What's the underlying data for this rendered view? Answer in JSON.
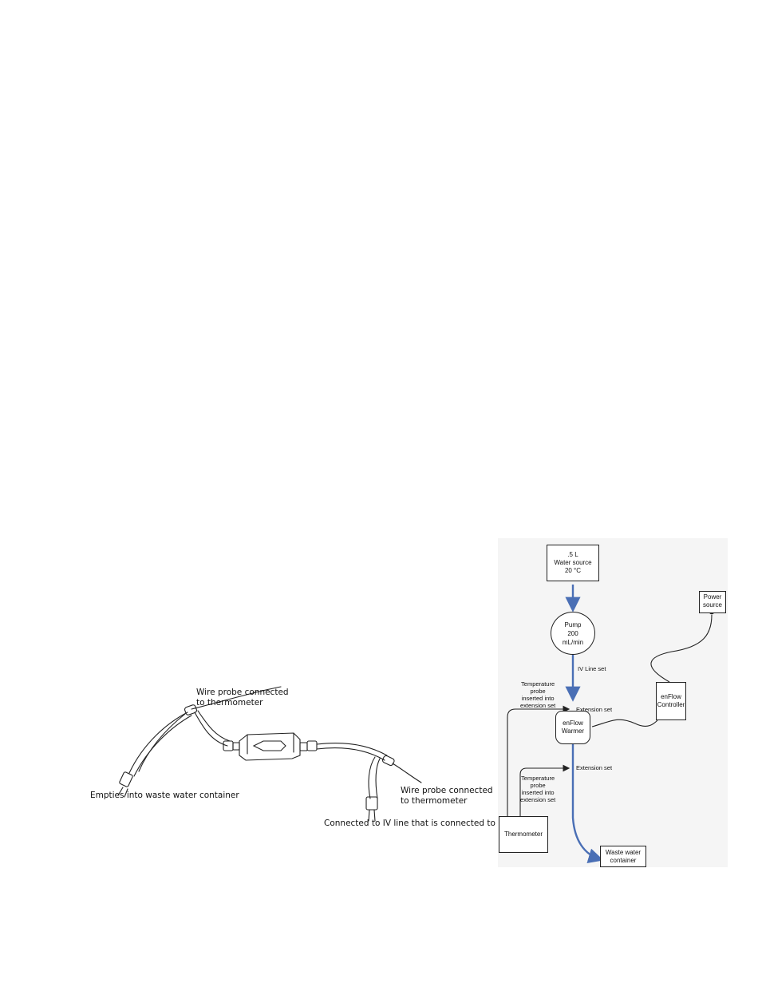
{
  "photo_labels": {
    "probe_top": [
      "Wire probe connected",
      "to thermometer"
    ],
    "waste_exit": "Empties into waste water container",
    "probe_right": [
      "Wire probe connected",
      "to thermometer"
    ],
    "iv_connection": "Connected to IV line that is connected to pump"
  },
  "flow": {
    "water_source": [
      ".5 L",
      "Water source",
      "20 °C"
    ],
    "pump": [
      "Pump",
      "200",
      "mL/min"
    ],
    "iv_line": "IV Line set",
    "temp_probe_1": [
      "Temperature",
      "probe",
      "inserted into",
      "extension set"
    ],
    "extension_1": "Extension set",
    "warmer": [
      "enFlow",
      "Warmer"
    ],
    "extension_2": "Extension set",
    "temp_probe_2": [
      "Temperature",
      "probe",
      "inserted into",
      "extension set"
    ],
    "thermometer": "Thermometer",
    "waste": [
      "Waste water",
      "container"
    ],
    "power": [
      "Power",
      "source"
    ],
    "controller": [
      "enFlow",
      "Controller"
    ]
  },
  "colors": {
    "flow_line": "#4a6fb5",
    "line": "#222222"
  }
}
